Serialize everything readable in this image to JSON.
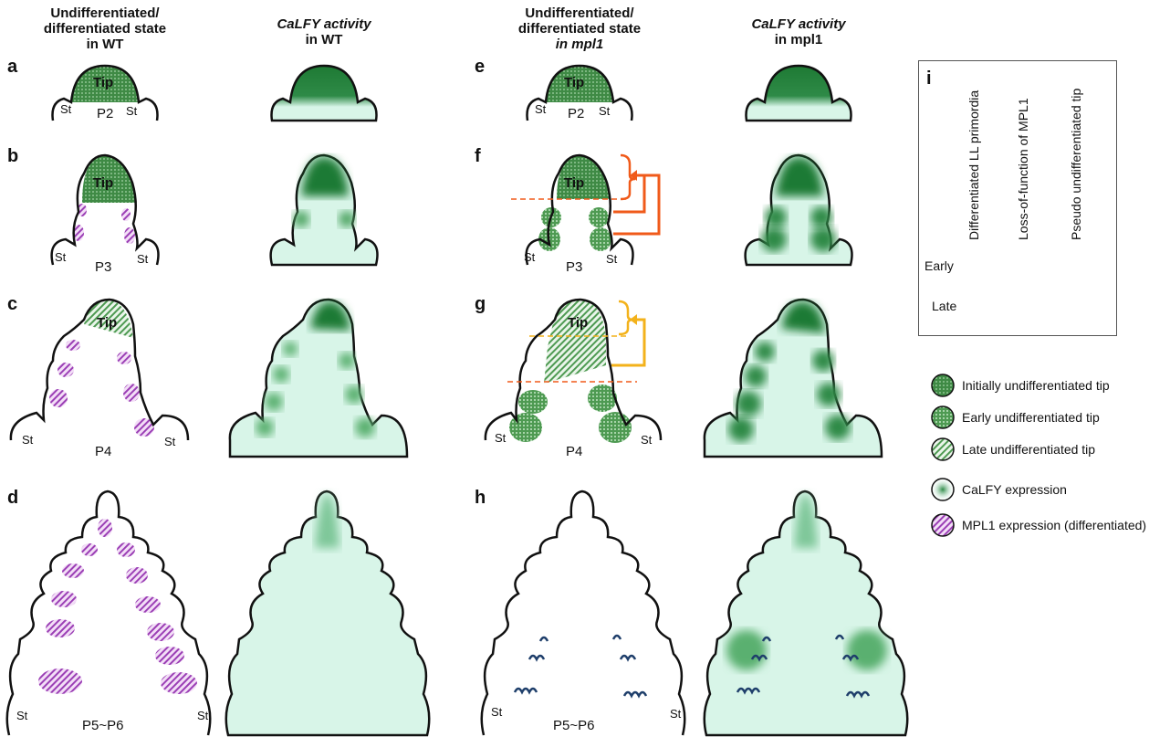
{
  "headers": {
    "col1": {
      "l1": "Undifferentiated/",
      "l2": "differentiated state",
      "l3": "in WT"
    },
    "col2": {
      "l1": "CaLFY activity",
      "l2": "in WT"
    },
    "col3": {
      "l1": "Undifferentiated/",
      "l2": "differentiated state",
      "l3": "in mpl1"
    },
    "col4": {
      "l1": "CaLFY activity",
      "l2": "in mpl1"
    }
  },
  "panel_letters": [
    "a",
    "b",
    "c",
    "d",
    "e",
    "f",
    "g",
    "h",
    "i"
  ],
  "labels": {
    "tip": "Tip",
    "stipule": "St",
    "stages": [
      "P2",
      "P3",
      "P4",
      "P5~P6"
    ]
  },
  "panel_i": {
    "vertical_labels": [
      "Differentiated LL primordia",
      "Loss-of-function of MPL1",
      "Pseudo undifferentiated tip"
    ],
    "rows": [
      "Early",
      "Late"
    ]
  },
  "legend": [
    {
      "label": "Initially undifferentiated tip"
    },
    {
      "label": "Early undifferentiated tip"
    },
    {
      "label": "Late undifferentiated tip"
    },
    {
      "label": "CaLFY expression"
    },
    {
      "label": "MPL1 expression (differentiated)"
    }
  ],
  "colors": {
    "green_dark": "#2e7d32",
    "green_light": "#d8f5e8",
    "purple": "#9b3fb5",
    "orange": "#f05a1a",
    "yellow": "#f3b21b",
    "navy": "#1f3f6b"
  }
}
